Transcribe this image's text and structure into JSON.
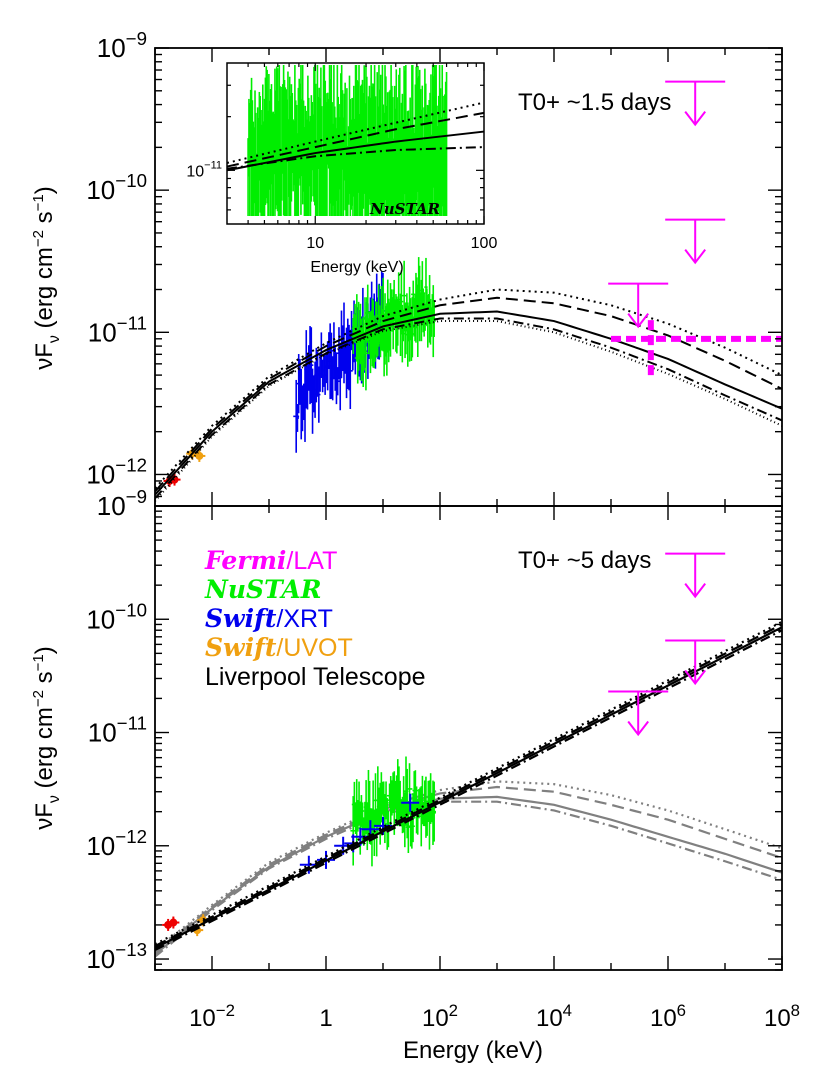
{
  "colors": {
    "fermi": "#ff00ff",
    "nustar": "#00ee00",
    "xrt": "#0000ee",
    "uvot": "#f0a010",
    "liverpool": "#ee0000",
    "model": "#000000",
    "model_grey": "#808080"
  },
  "legend": {
    "fermi_italic": "Fermi",
    "fermi_rest": "/LAT",
    "nustar": "NuSTAR",
    "xrt_italic": "Swift",
    "xrt_rest": "/XRT",
    "uvot_italic": "Swift",
    "uvot_rest": "/UVOT",
    "liverpool": "Liverpool Telescope"
  },
  "chart_data": [
    {
      "type": "line",
      "panel": "top",
      "annotation": "T0+ ~1.5 days",
      "xlabel": "",
      "ylabel_main": "νF",
      "ylabel_sub": "ν",
      "ylabel_units": "(erg cm",
      "ylabel_exp1": "−2",
      "ylabel_s": " s",
      "ylabel_exp2": "−1",
      "ylabel_close": ")",
      "x_scale": "log",
      "y_scale": "log",
      "xlim": [
        0.001,
        100000000
      ],
      "ylim": [
        6e-13,
        1e-09
      ],
      "y_ticks": [
        {
          "value": 1e-09,
          "base": "10",
          "exp": "−9"
        },
        {
          "value": 1e-10,
          "base": "10",
          "exp": "−10"
        },
        {
          "value": 1e-11,
          "base": "10",
          "exp": "−11"
        },
        {
          "value": 1e-12,
          "base": "10",
          "exp": "−12"
        }
      ],
      "models": [
        {
          "style": "solid",
          "points": [
            [
              0.001,
              7.2e-13
            ],
            [
              0.01,
              2e-12
            ],
            [
              0.1,
              4.5e-12
            ],
            [
              1,
              7.5e-12
            ],
            [
              10,
              1.1e-11
            ],
            [
              100,
              1.35e-11
            ],
            [
              1000,
              1.4e-11
            ],
            [
              10000,
              1.2e-11
            ],
            [
              100000,
              9e-12
            ],
            [
              1000000,
              6.5e-12
            ],
            [
              10000000,
              4.3e-12
            ],
            [
              100000000,
              2.9e-12
            ]
          ]
        },
        {
          "style": "dashed",
          "points": [
            [
              0.001,
              7.6e-13
            ],
            [
              0.01,
              2.1e-12
            ],
            [
              0.1,
              4.7e-12
            ],
            [
              1,
              8e-12
            ],
            [
              10,
              1.2e-11
            ],
            [
              100,
              1.55e-11
            ],
            [
              1000,
              1.75e-11
            ],
            [
              10000,
              1.6e-11
            ],
            [
              100000,
              1.3e-11
            ],
            [
              1000000,
              9.5e-12
            ],
            [
              10000000,
              6.3e-12
            ],
            [
              100000000,
              4e-12
            ]
          ]
        },
        {
          "style": "dotted",
          "points": [
            [
              0.001,
              8e-13
            ],
            [
              0.01,
              2.2e-12
            ],
            [
              0.1,
              4.9e-12
            ],
            [
              1,
              8.4e-12
            ],
            [
              10,
              1.3e-11
            ],
            [
              100,
              1.7e-11
            ],
            [
              1000,
              2e-11
            ],
            [
              10000,
              1.9e-11
            ],
            [
              100000,
              1.55e-11
            ],
            [
              1000000,
              1.15e-11
            ],
            [
              10000000,
              7.8e-12
            ],
            [
              100000000,
              5e-12
            ]
          ]
        },
        {
          "style": "dashdot",
          "points": [
            [
              0.001,
              6.8e-13
            ],
            [
              0.01,
              1.9e-12
            ],
            [
              0.1,
              4.3e-12
            ],
            [
              1,
              7.1e-12
            ],
            [
              10,
              1.05e-11
            ],
            [
              100,
              1.25e-11
            ],
            [
              1000,
              1.25e-11
            ],
            [
              10000,
              1.05e-11
            ],
            [
              100000,
              7.8e-12
            ],
            [
              1000000,
              5.5e-12
            ],
            [
              10000000,
              3.6e-12
            ],
            [
              100000000,
              2.4e-12
            ]
          ]
        },
        {
          "style": "dotted2",
          "points": [
            [
              0.001,
              6.5e-13
            ],
            [
              0.01,
              1.85e-12
            ],
            [
              0.1,
              4.2e-12
            ],
            [
              1,
              7e-12
            ],
            [
              10,
              1.02e-11
            ],
            [
              100,
              1.2e-11
            ],
            [
              1000,
              1.2e-11
            ],
            [
              10000,
              1e-11
            ],
            [
              100000,
              7.3e-12
            ],
            [
              1000000,
              5.1e-12
            ],
            [
              10000000,
              3.4e-12
            ],
            [
              100000000,
              2.2e-12
            ]
          ]
        }
      ],
      "fermi_upper_limits": [
        [
          3000000,
          5.8e-10
        ],
        [
          3000000,
          6.2e-11
        ],
        [
          300000,
          2.2e-11
        ]
      ],
      "fermi_butterfly": {
        "x_range": [
          100000,
          100000000
        ],
        "y": 9e-12,
        "x_center": 500000,
        "y_range": [
          5e-12,
          1.3e-11
        ]
      },
      "nustar_range": [
        3,
        79
      ],
      "nustar_level": 1.2e-11,
      "xrt_range": [
        0.3,
        10
      ],
      "xrt_level": 6.5e-12,
      "uvot_points": [
        [
          0.0045,
          1.4e-12
        ],
        [
          0.006,
          1.35e-12
        ]
      ],
      "liverpool_points": [
        [
          0.0018,
          9e-13
        ],
        [
          0.0022,
          9.2e-13
        ]
      ],
      "inset": {
        "label": "NuSTAR",
        "xlabel": "Energy (keV)",
        "x_ticks": [
          {
            "value": 10,
            "label": "10"
          },
          {
            "value": 100,
            "label": "100"
          }
        ],
        "y_tick": {
          "value": 1e-11,
          "base": "10",
          "exp": "−11"
        },
        "xlim": [
          3,
          100
        ],
        "ylim": [
          5e-12,
          4e-11
        ],
        "models": [
          {
            "style": "solid",
            "points": [
              [
                3,
                1e-11
              ],
              [
                10,
                1.25e-11
              ],
              [
                30,
                1.45e-11
              ],
              [
                100,
                1.65e-11
              ]
            ]
          },
          {
            "style": "dashed",
            "points": [
              [
                3,
                1.05e-11
              ],
              [
                10,
                1.35e-11
              ],
              [
                30,
                1.7e-11
              ],
              [
                100,
                2.1e-11
              ]
            ]
          },
          {
            "style": "dotted",
            "points": [
              [
                3,
                1.1e-11
              ],
              [
                10,
                1.45e-11
              ],
              [
                30,
                1.85e-11
              ],
              [
                100,
                2.4e-11
              ]
            ]
          },
          {
            "style": "dashdot",
            "points": [
              [
                3,
                1.02e-11
              ],
              [
                10,
                1.2e-11
              ],
              [
                30,
                1.3e-11
              ],
              [
                100,
                1.35e-11
              ]
            ]
          }
        ]
      }
    },
    {
      "type": "line",
      "panel": "bottom",
      "annotation": "T0+ ~5 days",
      "xlabel": "Energy (keV)",
      "ylabel_main": "νF",
      "ylabel_sub": "ν",
      "ylabel_units": "(erg cm",
      "ylabel_exp1": "−2",
      "ylabel_s": " s",
      "ylabel_exp2": "−1",
      "ylabel_close": ")",
      "x_scale": "log",
      "y_scale": "log",
      "xlim": [
        0.001,
        100000000
      ],
      "ylim": [
        8e-14,
        1e-09
      ],
      "x_ticks": [
        {
          "value": 0.01,
          "base": "10",
          "exp": "−2"
        },
        {
          "value": 1,
          "base": "1",
          "exp": ""
        },
        {
          "value": 100,
          "base": "10",
          "exp": "2"
        },
        {
          "value": 10000,
          "base": "10",
          "exp": "4"
        },
        {
          "value": 1000000,
          "base": "10",
          "exp": "6"
        },
        {
          "value": 100000000,
          "base": "10",
          "exp": "8"
        }
      ],
      "y_ticks": [
        {
          "value": 1e-09,
          "base": "10",
          "exp": "−9"
        },
        {
          "value": 1e-10,
          "base": "10",
          "exp": "−10"
        },
        {
          "value": 1e-11,
          "base": "10",
          "exp": "−11"
        },
        {
          "value": 1e-12,
          "base": "10",
          "exp": "−12"
        },
        {
          "value": 1e-13,
          "base": "10",
          "exp": "−13"
        }
      ],
      "models": [
        {
          "style": "solid",
          "points": [
            [
              0.001,
              1.25e-13
            ],
            [
              100000000,
              8.5e-11
            ]
          ]
        },
        {
          "style": "dashed",
          "points": [
            [
              0.001,
              1.3e-13
            ],
            [
              100000000,
              9e-11
            ]
          ]
        },
        {
          "style": "dotted",
          "points": [
            [
              0.001,
              1.35e-13
            ],
            [
              100000000,
              9.5e-11
            ]
          ]
        },
        {
          "style": "dashdot",
          "points": [
            [
              0.001,
              1.2e-13
            ],
            [
              100000000,
              8e-11
            ]
          ]
        }
      ],
      "grey_models": [
        {
          "style": "solid",
          "points": [
            [
              0.001,
              1.1e-13
            ],
            [
              0.01,
              2.8e-13
            ],
            [
              0.1,
              6.5e-13
            ],
            [
              1,
              1.2e-12
            ],
            [
              10,
              2e-12
            ],
            [
              100,
              2.6e-12
            ],
            [
              1000,
              2.7e-12
            ],
            [
              10000,
              2.3e-12
            ],
            [
              100000,
              1.7e-12
            ],
            [
              1000000,
              1.2e-12
            ],
            [
              10000000,
              8.5e-13
            ],
            [
              100000000,
              5.8e-13
            ]
          ]
        },
        {
          "style": "dashed",
          "points": [
            [
              0.001,
              1.15e-13
            ],
            [
              0.01,
              2.9e-13
            ],
            [
              0.1,
              6.8e-13
            ],
            [
              1,
              1.25e-12
            ],
            [
              10,
              2.1e-12
            ],
            [
              100,
              2.9e-12
            ],
            [
              1000,
              3.3e-12
            ],
            [
              10000,
              3e-12
            ],
            [
              100000,
              2.3e-12
            ],
            [
              1000000,
              1.7e-12
            ],
            [
              10000000,
              1.15e-12
            ],
            [
              100000000,
              7.8e-13
            ]
          ]
        },
        {
          "style": "dotted",
          "points": [
            [
              0.001,
              1.2e-13
            ],
            [
              0.01,
              3e-13
            ],
            [
              0.1,
              7.1e-13
            ],
            [
              1,
              1.3e-12
            ],
            [
              10,
              2.2e-12
            ],
            [
              100,
              3.1e-12
            ],
            [
              1000,
              3.7e-12
            ],
            [
              10000,
              3.5e-12
            ],
            [
              100000,
              2.8e-12
            ],
            [
              1000000,
              2.05e-12
            ],
            [
              10000000,
              1.4e-12
            ],
            [
              100000000,
              9.5e-13
            ]
          ]
        },
        {
          "style": "dashdot",
          "points": [
            [
              0.001,
              1.05e-13
            ],
            [
              0.01,
              2.7e-13
            ],
            [
              0.1,
              6.3e-13
            ],
            [
              1,
              1.15e-12
            ],
            [
              10,
              1.9e-12
            ],
            [
              100,
              2.45e-12
            ],
            [
              1000,
              2.45e-12
            ],
            [
              10000,
              2.05e-12
            ],
            [
              100000,
              1.5e-12
            ],
            [
              1000000,
              1.05e-12
            ],
            [
              10000000,
              7.3e-13
            ],
            [
              100000000,
              5e-13
            ]
          ]
        }
      ],
      "fermi_upper_limits": [
        [
          3000000,
          3.8e-10
        ],
        [
          3000000,
          6.5e-11
        ],
        [
          300000,
          2.3e-11
        ]
      ],
      "nustar_range": [
        3,
        79
      ],
      "nustar_level": 2e-12,
      "xrt_points": [
        [
          0.5,
          6.8e-13
        ],
        [
          1,
          7.5e-13
        ],
        [
          2,
          1e-12
        ],
        [
          3,
          1.05e-12
        ],
        [
          4,
          1.2e-12
        ],
        [
          6,
          1.4e-12
        ],
        [
          10,
          1.5e-12
        ],
        [
          30,
          2.4e-12
        ]
      ],
      "uvot_points": [
        [
          0.0055,
          1.8e-13
        ],
        [
          0.007,
          2.2e-13
        ]
      ],
      "liverpool_points": [
        [
          0.0017,
          2e-13
        ],
        [
          0.0021,
          2.1e-13
        ]
      ]
    }
  ]
}
